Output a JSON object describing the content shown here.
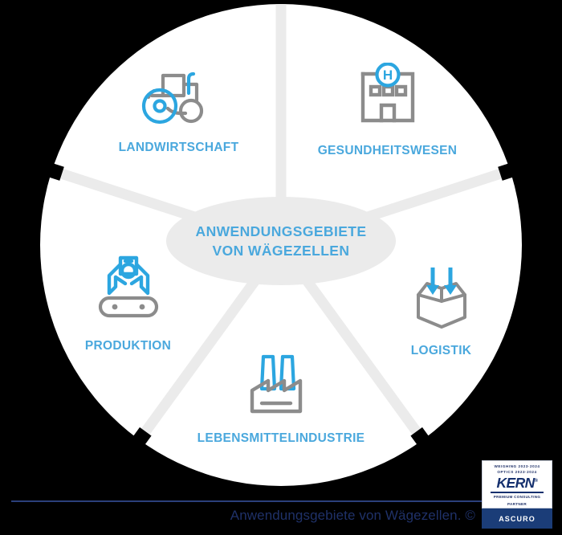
{
  "colors": {
    "background": "#000000",
    "wheel_fill": "#ffffff",
    "divider": "#ebebeb",
    "hub_fill": "#ebebeb",
    "accent_blue": "#4aa8dd",
    "icon_gray": "#8c8c8c",
    "footer_navy": "#1f3168",
    "rule_navy": "#2b3f7a"
  },
  "hub": {
    "line1": "ANWENDUNGSGEBIETE",
    "line2": "VON WÄGEZELLEN"
  },
  "segments": [
    {
      "id": "landwirtschaft",
      "label": "LANDWIRTSCHAFT",
      "icon": "tractor-icon"
    },
    {
      "id": "gesundheitswesen",
      "label": "GESUNDHEITSWESEN",
      "icon": "hospital-icon"
    },
    {
      "id": "logistik",
      "label": "LOGISTIK",
      "icon": "open-box-arrows-icon"
    },
    {
      "id": "lebensmittel",
      "label": "LEBENSMITTELINDUSTRIE",
      "icon": "factory-icon"
    },
    {
      "id": "produktion",
      "label": "PRODUKTION",
      "icon": "robot-gripper-conveyor-icon"
    }
  ],
  "footer": {
    "caption": "Anwendungsgebiete von Wägezellen. ©"
  },
  "badge": {
    "years_line1": "WEIGHING  2023·2024",
    "years_line2": "OPTICS  2023·2024",
    "brand": "KERN",
    "brand_mark": "®",
    "sub_line1": "PREMIUM CONSULTING",
    "sub_line2": "PARTNER",
    "partner": "ASCURO"
  }
}
